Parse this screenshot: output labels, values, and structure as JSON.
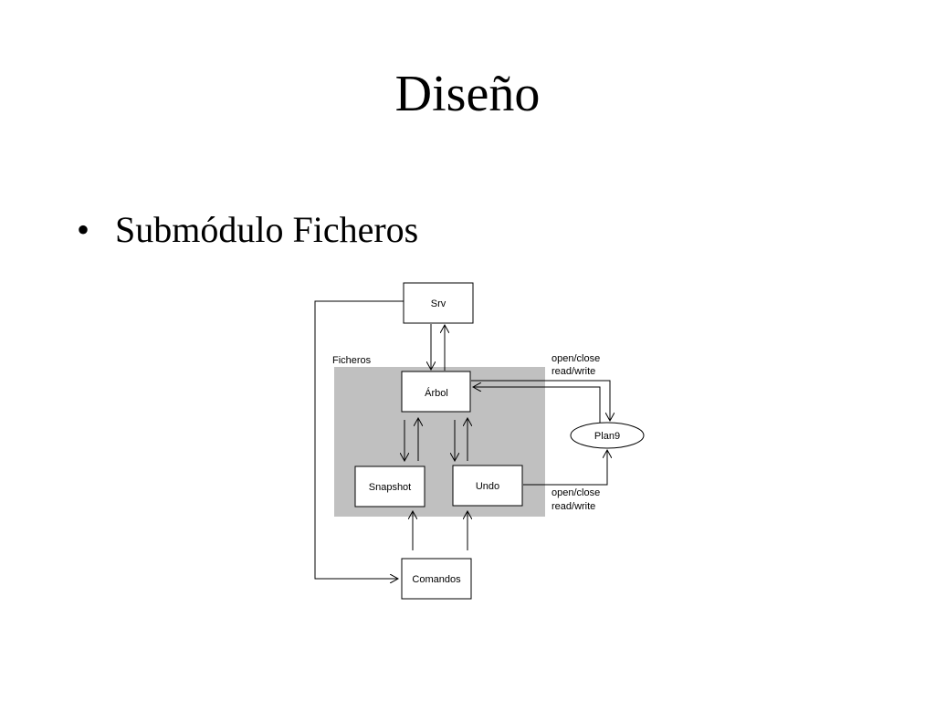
{
  "slide": {
    "title": "Diseño",
    "bullet": "Submódulo Ficheros"
  },
  "diagram": {
    "group_label": "Ficheros",
    "nodes": {
      "srv": "Srv",
      "arbol": "Árbol",
      "snapshot": "Snapshot",
      "undo": "Undo",
      "comandos": "Comandos",
      "plan9": "Plan9"
    },
    "edge_labels": {
      "top_line1": "open/close",
      "top_line2": "read/write",
      "bottom_line1": "open/close",
      "bottom_line2": "read/write"
    },
    "colors": {
      "group_fill": "#c0c0c0",
      "box_fill": "#ffffff",
      "stroke": "#000000"
    }
  }
}
